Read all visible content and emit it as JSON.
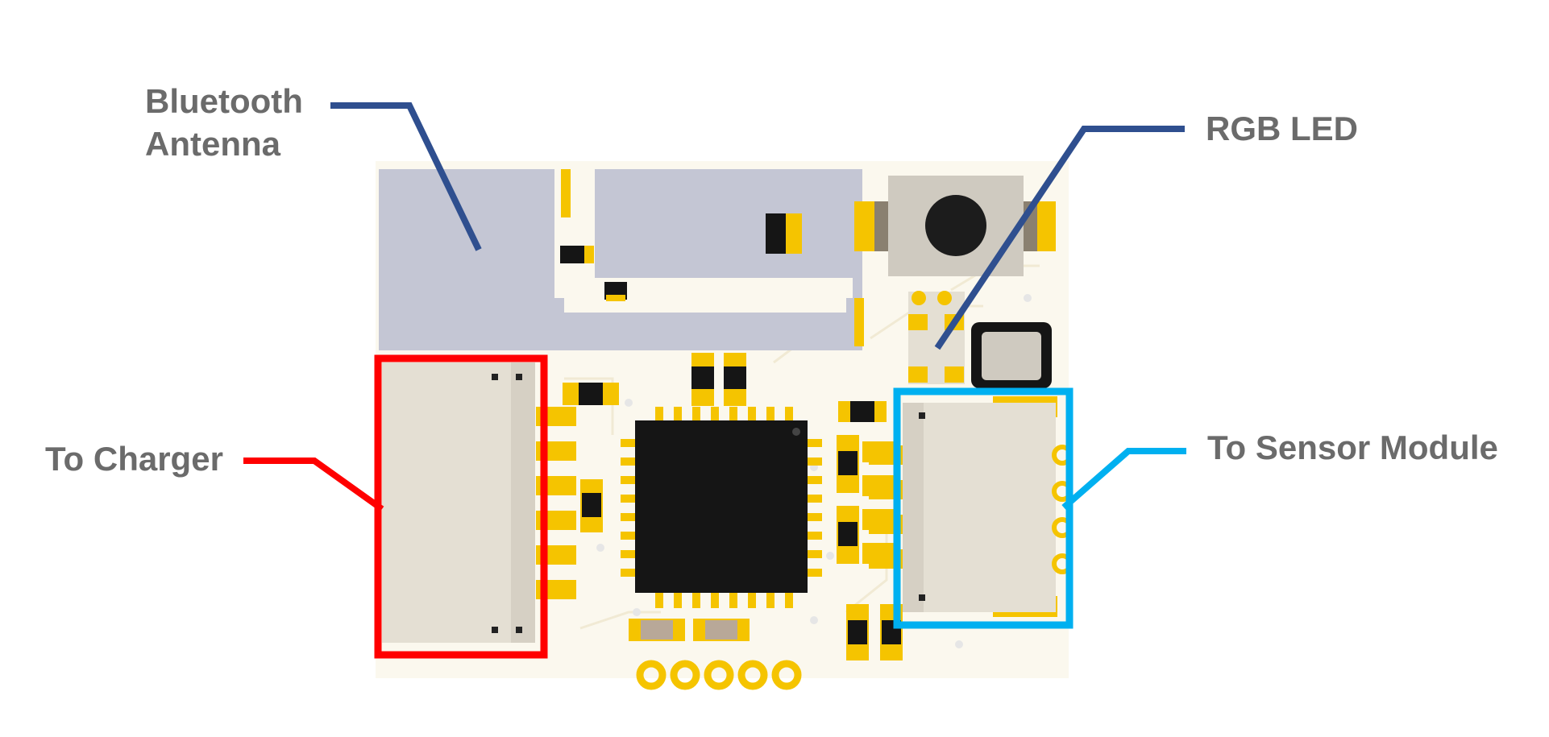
{
  "labels": {
    "bluetooth_antenna": [
      "Bluetooth",
      "Antenna"
    ],
    "rgb_led": "RGB LED",
    "to_charger": "To Charger",
    "to_sensor_module": "To Sensor Module"
  },
  "colors": {
    "label_text": "#6b6b6b",
    "antenna_leader": "#2f4f8f",
    "rgb_leader": "#2f4f8f",
    "charger_highlight": "#ff0000",
    "sensor_highlight": "#00b0f0",
    "pcb": "#fbf8ee",
    "pad": "#f5c400",
    "chip": "#151515",
    "connector": "#e4dfd3",
    "antenna_shield": "#c4c6d4"
  }
}
